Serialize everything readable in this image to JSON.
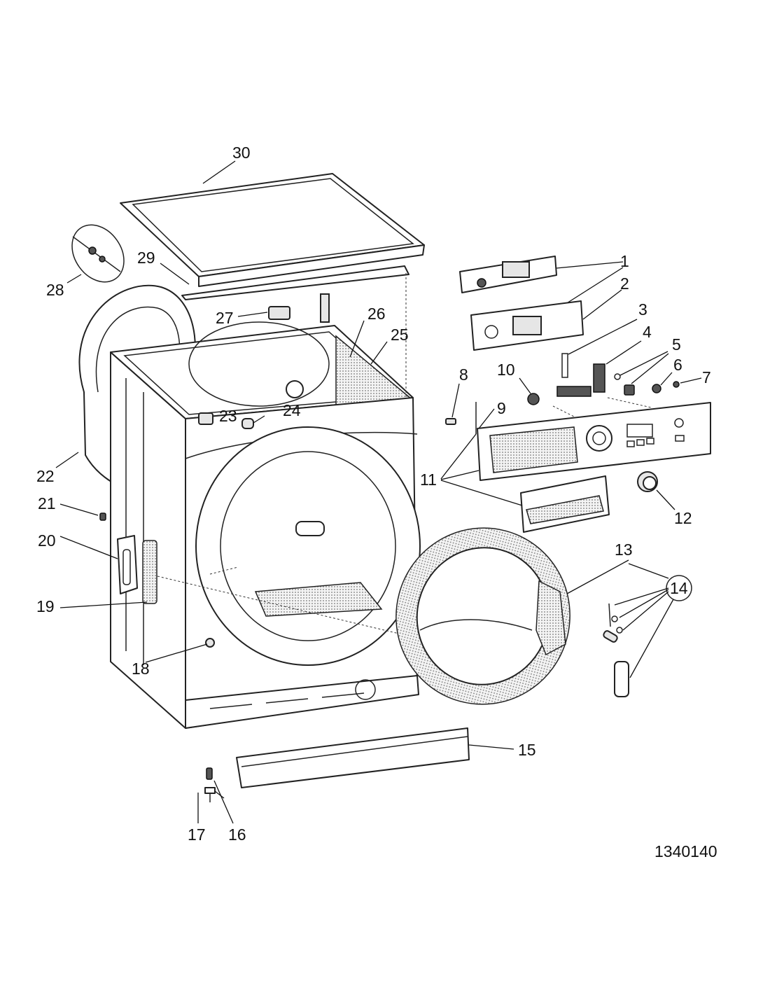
{
  "diagram": {
    "drawing_number": "1340140",
    "callouts": {
      "c1": "1",
      "c2": "2",
      "c3": "3",
      "c4": "4",
      "c5": "5",
      "c6": "6",
      "c7": "7",
      "c8": "8",
      "c9": "9",
      "c10": "10",
      "c11": "11",
      "c12": "12",
      "c13": "13",
      "c14": "14",
      "c15": "15",
      "c16": "16",
      "c17": "17",
      "c18": "18",
      "c19": "19",
      "c20": "20",
      "c21": "21",
      "c22": "22",
      "c23": "23",
      "c24": "24",
      "c25": "25",
      "c26": "26",
      "c27": "27",
      "c28": "28",
      "c29": "29",
      "c30": "30"
    }
  }
}
